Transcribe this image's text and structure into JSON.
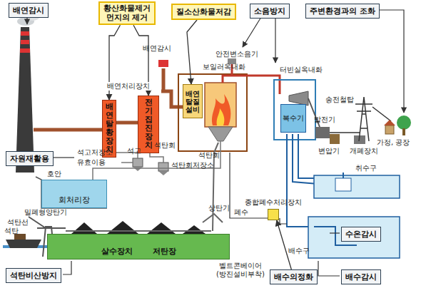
{
  "diagram": {
    "nodes": [
      {
        "text": [
          "배연감시"
        ]
      },
      {
        "text": [
          "황산화물제거 먼지의 제거"
        ]
      },
      {
        "text": [
          "질소산화물저감"
        ]
      },
      {
        "text": [
          "소음방지"
        ]
      },
      {
        "text": [
          "주변환경과의 조화"
        ]
      },
      {
        "text": [
          "배연탈황장치"
        ]
      },
      {
        "text": [
          "전기집진장치"
        ]
      },
      {
        "text": [
          "배연탈질설비"
        ]
      },
      {
        "text": [
          "자원재활용"
        ]
      },
      {
        "text": [
          "석탄비산방지"
        ]
      },
      {
        "text": [
          "배수의정화"
        ]
      },
      {
        "text": [
          "수온감시"
        ]
      },
      {
        "text": [
          "배수감시"
        ]
      },
      {
        "text": [
          "살수장치",
          "저탄장"
        ]
      },
      {
        "text": [
          "회처리장"
        ]
      },
      {
        "text": [
          "종합폐수처리장치"
        ]
      },
      {
        "text": [
          "복수기"
        ]
      }
    ],
    "edges": [
      {
        "from": 1,
        "to": 5,
        "arrow": "to"
      },
      {
        "from": 1,
        "to": 6,
        "arrow": "to"
      },
      {
        "from": 2,
        "to": 7,
        "arrow": "to"
      },
      {
        "from": 10,
        "to": 15,
        "arrow": "to"
      }
    ],
    "labels": [
      "배연처리장치",
      "배연감시",
      "보일러옥내화",
      "안전변소음기",
      "터빈실옥내화",
      "발전기",
      "송전철탑",
      "가정, 공장",
      "변압기",
      "개폐장치",
      "취수구",
      "석탄회",
      "석고",
      "석고저장소",
      "유효이용",
      "석탄회",
      "석탄회저장소",
      "호안",
      "밀폐형양탄기",
      "석탄선",
      "석탄",
      "상탄기",
      "벨트콘베이어 (방진설비부착)",
      "폐수",
      "배수구"
    ]
  }
}
